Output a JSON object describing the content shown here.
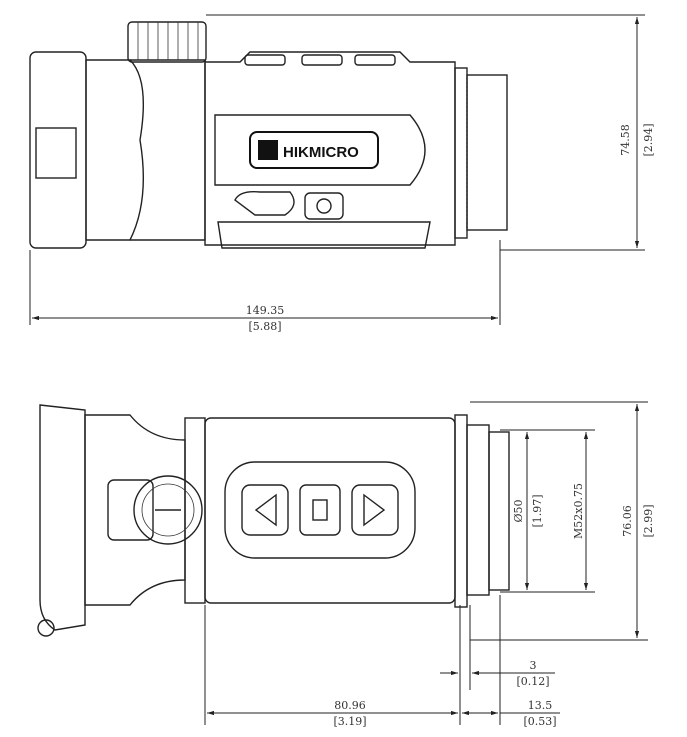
{
  "brand": "HIKMICRO",
  "side_view": {
    "length_mm": "149.35",
    "length_in": "[5.88]",
    "height_mm": "74.58",
    "height_in": "[2.94]"
  },
  "top_view": {
    "width_mm": "76.06",
    "width_in": "[2.99]",
    "lens_diameter_mm": "Ø50",
    "lens_diameter_in": "[1.97]",
    "thread": "M52x0.75",
    "body_length_mm": "80.96",
    "body_length_in": "[3.19]",
    "ring_mm": "3",
    "ring_in": "[0.12]",
    "thread_length_mm": "13.5",
    "thread_length_in": "[0.53]"
  }
}
